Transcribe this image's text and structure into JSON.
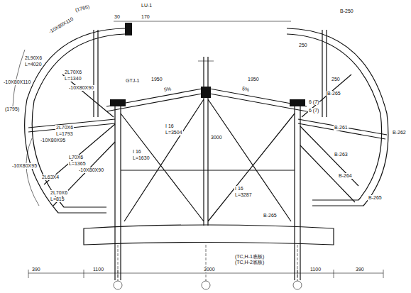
{
  "diagram": {
    "labels": [
      "(1765)",
      "LU-1",
      "170",
      "30",
      "-10X80X110",
      "2L90X6",
      "L=4020",
      "-10X80X110",
      "(1795)",
      "2L70X6",
      "L=1340",
      "-10X80X90",
      "2L70X6",
      "L=1793",
      "-10X80X95",
      "L70X6",
      "L=1365",
      "-10X80X90",
      "2L63X4",
      "2L70X6",
      "L=815",
      "-10X80X95",
      "1950",
      "1950",
      "GTJ-1",
      "5%",
      "5%",
      "I 16",
      "L=3504",
      "I 16",
      "L=1630",
      "I 16",
      "L=3287",
      "3000",
      "6 (7)",
      "6 (7)",
      "B-250",
      "250",
      "250",
      "B-265",
      "B-261",
      "B-262",
      "B-263",
      "B-264",
      "B-265",
      "B-265",
      "(TC,H-1底板)",
      "(TC,H-2底板)",
      "390",
      "1100",
      "3000",
      "1100",
      "390"
    ]
  }
}
